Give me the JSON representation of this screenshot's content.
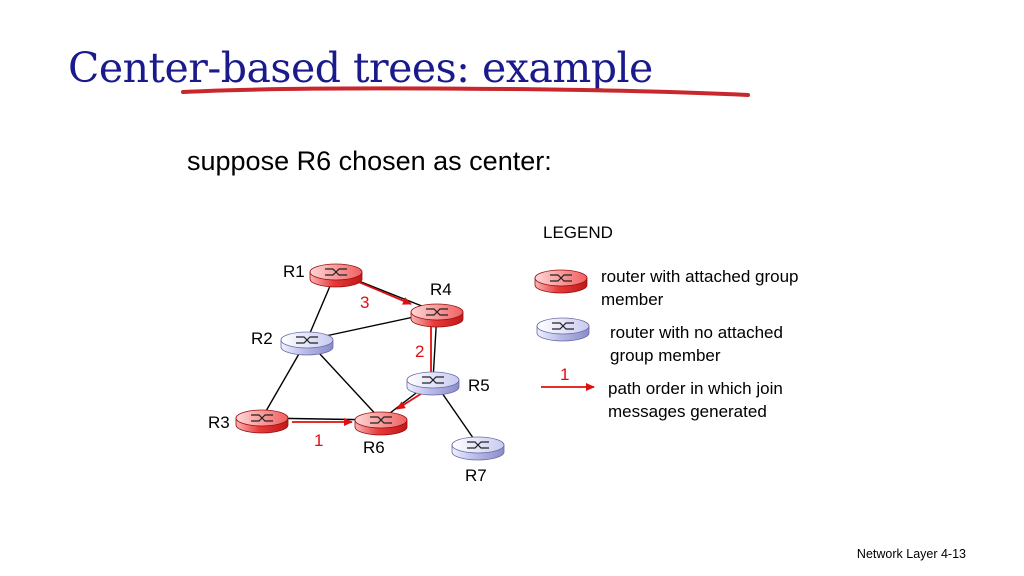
{
  "slide": {
    "title": "Center-based trees: example",
    "subtitle": "suppose R6 chosen as center:",
    "footer": "Network Layer 4-13"
  },
  "colors": {
    "title": "#1a1a8c",
    "underline": "#c8282d",
    "member_router": "#e83a3a",
    "nonmember_router": "#b9bbe8",
    "path_arrow": "#e01010"
  },
  "routers": [
    {
      "id": "R1",
      "label": "R1",
      "member": true
    },
    {
      "id": "R2",
      "label": "R2",
      "member": false
    },
    {
      "id": "R3",
      "label": "R3",
      "member": true
    },
    {
      "id": "R4",
      "label": "R4",
      "member": true
    },
    {
      "id": "R5",
      "label": "R5",
      "member": false
    },
    {
      "id": "R6",
      "label": "R6",
      "member": true
    },
    {
      "id": "R7",
      "label": "R7",
      "member": false
    }
  ],
  "links": [
    [
      "R1",
      "R2"
    ],
    [
      "R1",
      "R4"
    ],
    [
      "R2",
      "R4"
    ],
    [
      "R2",
      "R3"
    ],
    [
      "R2",
      "R6"
    ],
    [
      "R3",
      "R6"
    ],
    [
      "R4",
      "R5"
    ],
    [
      "R5",
      "R6"
    ],
    [
      "R5",
      "R7"
    ]
  ],
  "join_paths": [
    {
      "from": "R3",
      "to": "R6",
      "order": "1"
    },
    {
      "from": "R4",
      "to": "R6",
      "order": "2"
    },
    {
      "from": "R1",
      "to": "R4",
      "order": "3"
    }
  ],
  "legend": {
    "title": "LEGEND",
    "member": "router with attached group member",
    "nonmember": "router with no attached group member",
    "path_number": "1",
    "path": "path order in which join messages generated"
  }
}
